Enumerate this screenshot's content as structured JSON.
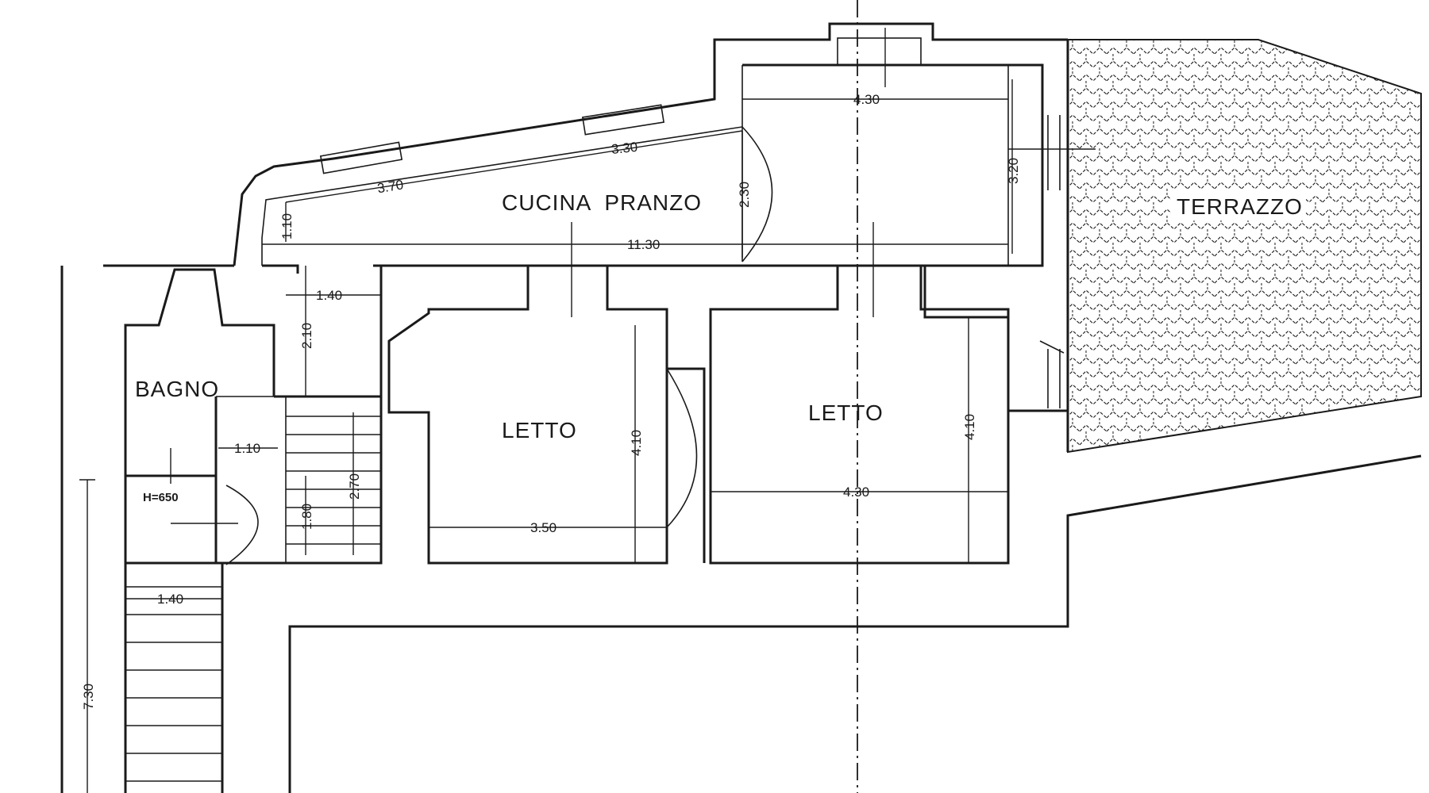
{
  "plan": {
    "rooms": {
      "cucina_pranzo": "CUCINA  PRANZO",
      "terrazzo": "TERRAZZO",
      "bagno": "BAGNO",
      "letto_left": "LETTO",
      "letto_right": "LETTO"
    },
    "dimensions": {
      "d_370": "3.70",
      "d_330": "3.30",
      "d_430_top": "4.30",
      "d_320": "3.20",
      "d_230": "2.30",
      "d_110_top": "1.10",
      "d_1130": "11.30",
      "d_140_corridor": "1.40",
      "d_210": "2.10",
      "d_110_mid": "1.10",
      "d_270": "2.70",
      "d_180": "1.80",
      "d_410_left": "4.10",
      "d_350": "3.50",
      "d_410_right": "4.10",
      "d_430_bottom": "4.30",
      "d_140_stair": "1.40",
      "d_730": "7.30"
    },
    "notes": {
      "height": "H=650"
    }
  }
}
